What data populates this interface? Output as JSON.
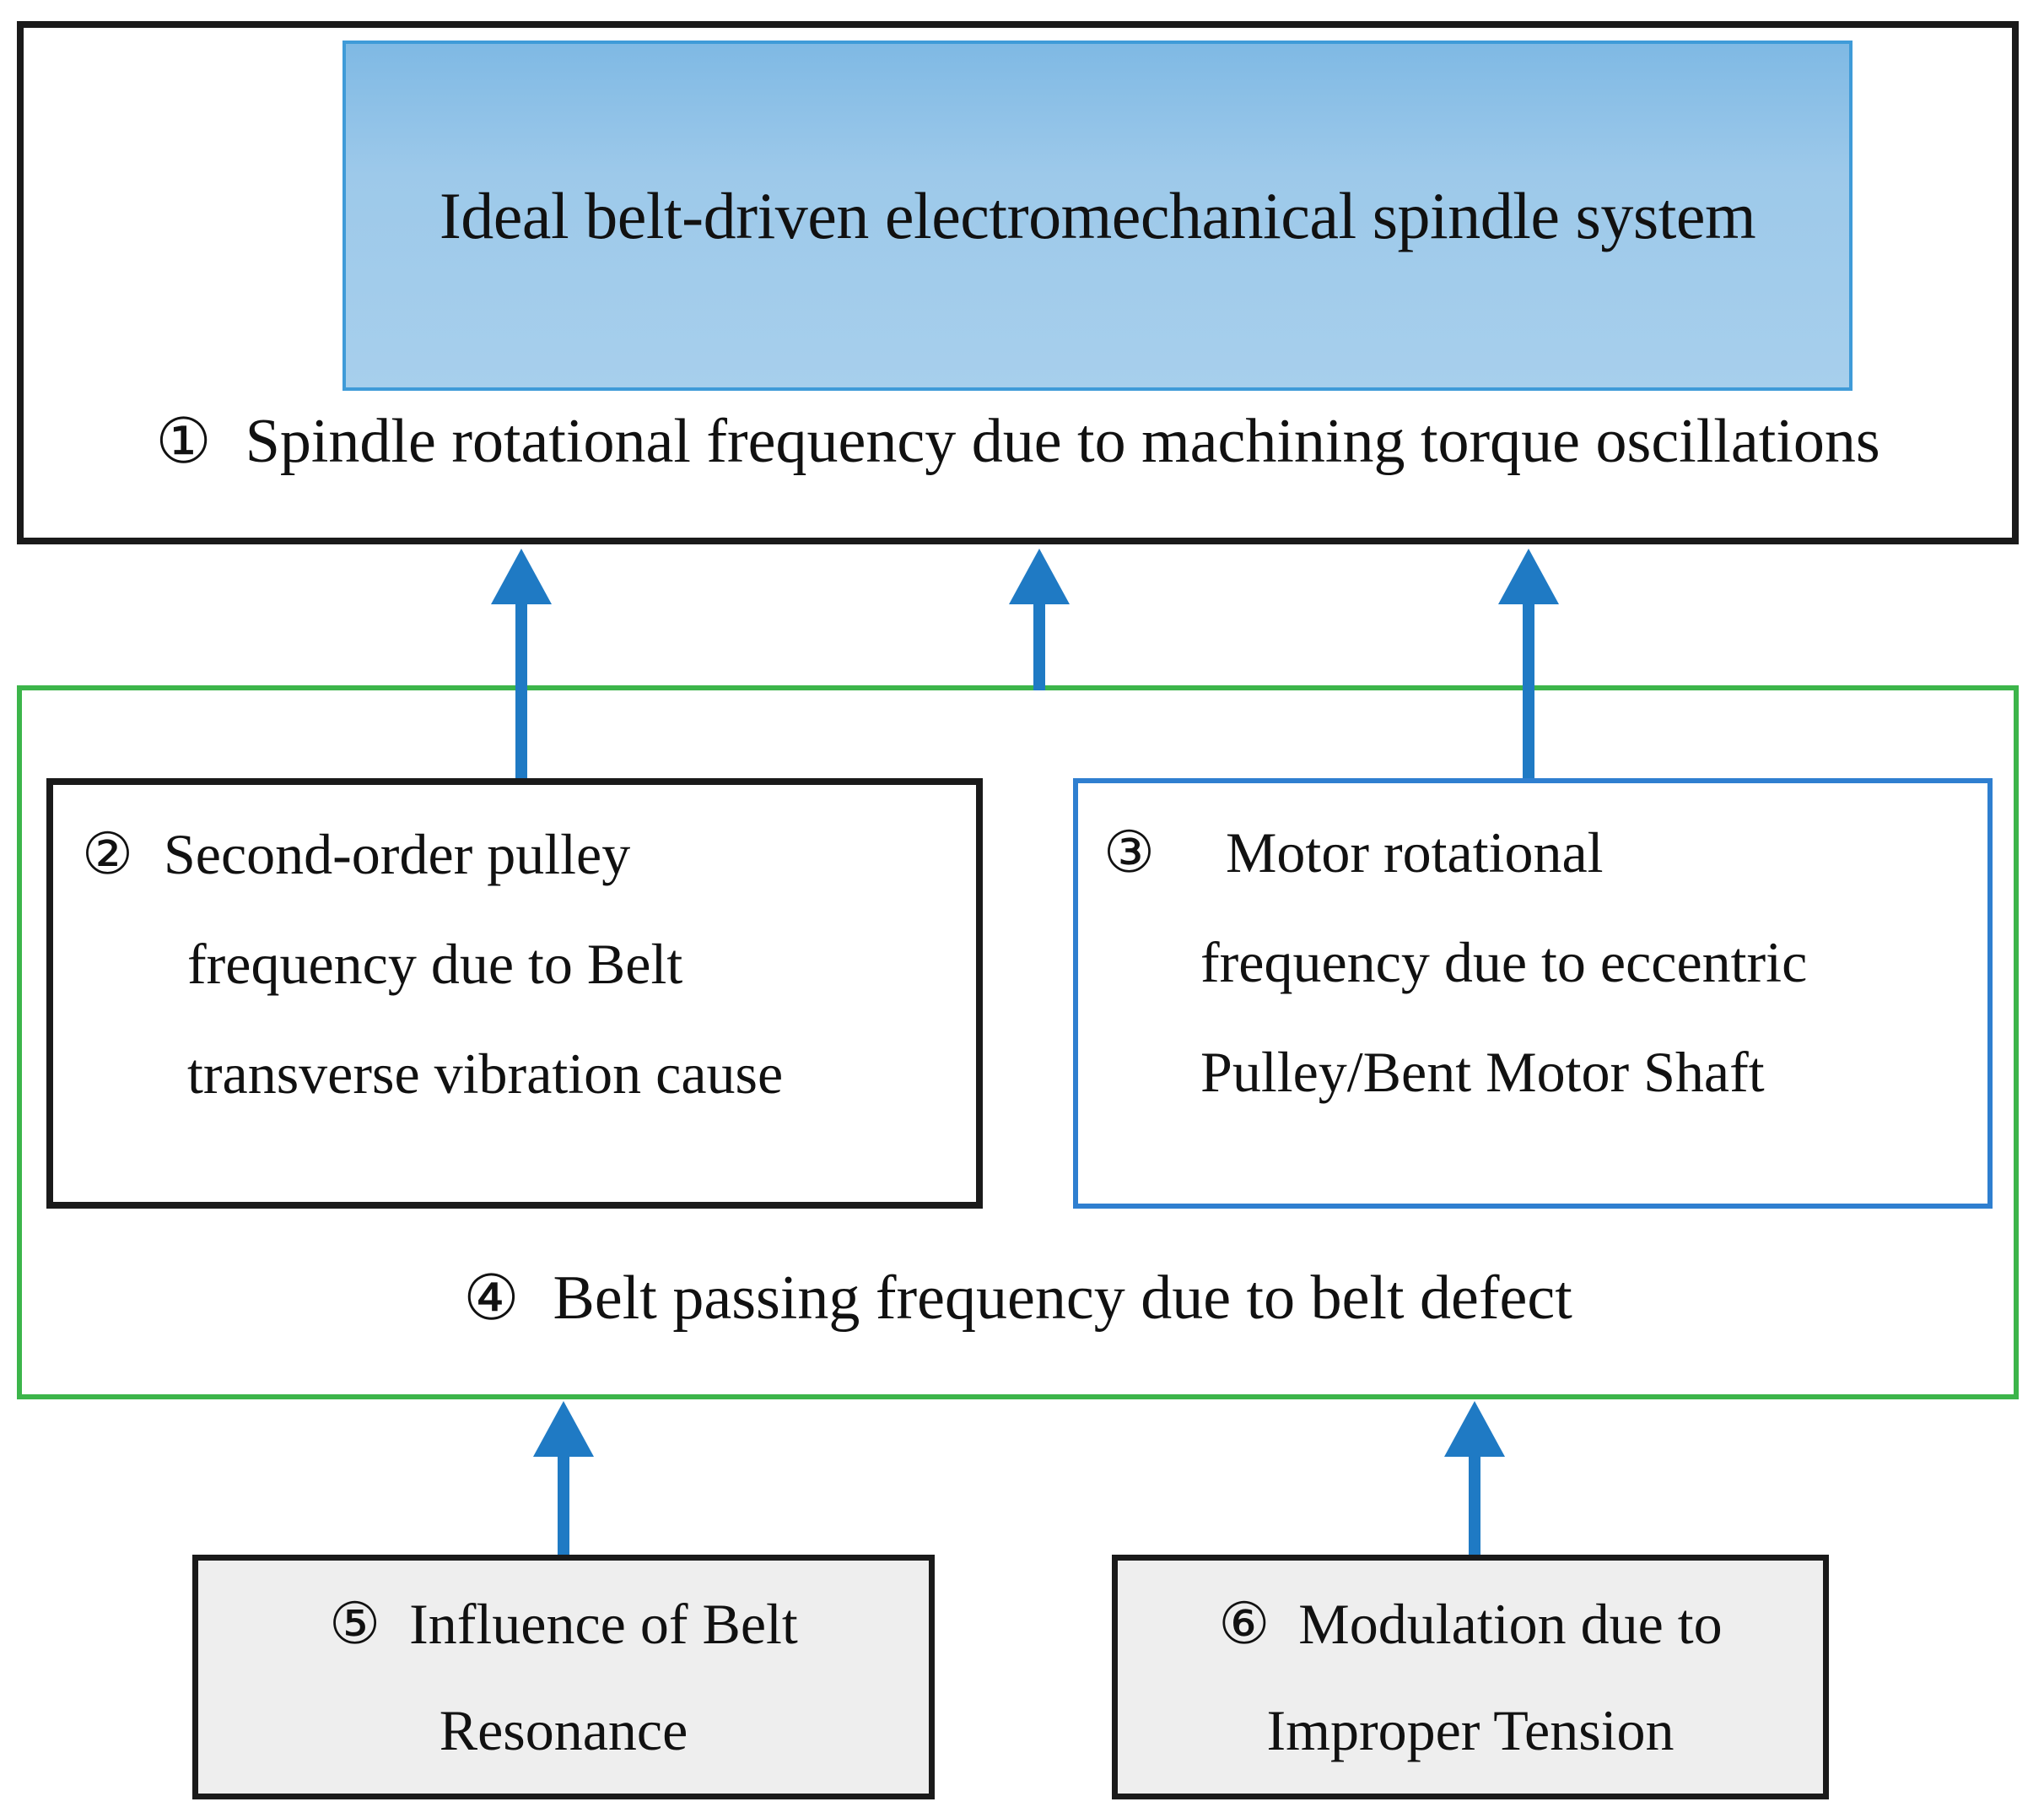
{
  "diagram": {
    "title_banner": {
      "text": "Ideal belt-driven electromechanical spindle system",
      "fill_top": "#7fb9e4",
      "fill_bottom": "#a7cfec",
      "border_color": "#3f9bd8"
    },
    "top_group": {
      "border_color": "#1a1a1a",
      "item": {
        "marker": "①",
        "text": "Spindle rotational frequency due to machining torque oscillations"
      }
    },
    "green_group": {
      "border_color": "#3cb54a",
      "item": {
        "marker": "④",
        "text": "Belt passing frequency due to belt defect"
      }
    },
    "box_2": {
      "border_color": "#1a1a1a",
      "marker": "②",
      "lines": [
        "Second-order pulley",
        "frequency due to Belt",
        "transverse vibration cause"
      ]
    },
    "box_3": {
      "border_color": "#2f7fd0",
      "marker": "③",
      "lines": [
        "Motor rotational",
        "frequency due to eccentric",
        "Pulley/Bent Motor Shaft"
      ]
    },
    "box_5": {
      "border_color": "#1a1a1a",
      "fill": "#eeeeee",
      "marker": "⑤",
      "lines": [
        "Influence of Belt",
        "Resonance"
      ]
    },
    "box_6": {
      "border_color": "#1a1a1a",
      "fill": "#eeeeee",
      "marker": "⑥",
      "lines": [
        "Modulation due to",
        "Improper Tension"
      ]
    },
    "arrows": {
      "color": "#1f7ac4",
      "count": 5,
      "names": [
        "arrow-box2-to-top",
        "arrow-green-to-top",
        "arrow-box3-to-top",
        "arrow-box5-to-green",
        "arrow-box6-to-green"
      ]
    }
  }
}
